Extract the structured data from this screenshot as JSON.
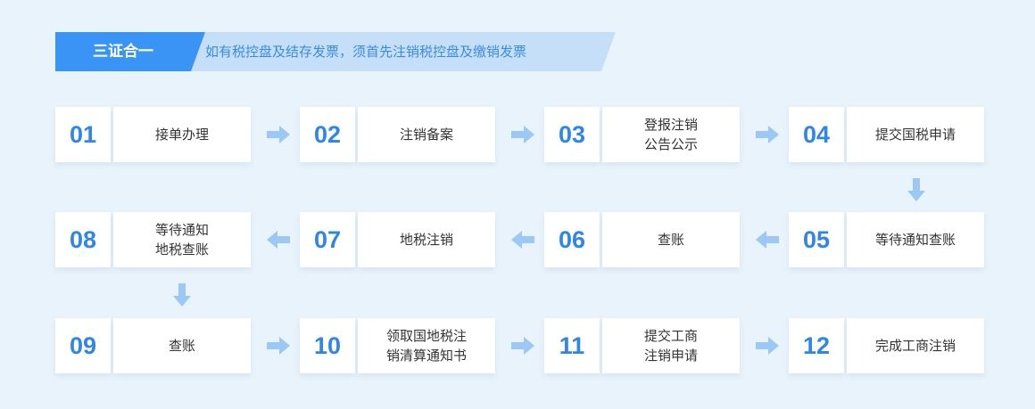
{
  "header": {
    "title": "三证合一",
    "subtitle": "如有税控盘及结存发票，须首先注销税控盘及缴销发票"
  },
  "colors": {
    "background": "#e9f3fb",
    "primary_blue": "#3a94f6",
    "light_blue": "#c6dff8",
    "number_blue": "#2f86ea",
    "arrow_blue": "#9cc8f6"
  },
  "steps": [
    {
      "num": "01",
      "label": "接单办理"
    },
    {
      "num": "02",
      "label": "注销备案"
    },
    {
      "num": "03",
      "label": "登报注销\n公告公示"
    },
    {
      "num": "04",
      "label": "提交国税申请"
    },
    {
      "num": "05",
      "label": "等待通知查账"
    },
    {
      "num": "06",
      "label": "查账"
    },
    {
      "num": "07",
      "label": "地税注销"
    },
    {
      "num": "08",
      "label": "等待通知\n地税查账"
    },
    {
      "num": "09",
      "label": "查账"
    },
    {
      "num": "10",
      "label": "领取国地税注\n销清算通知书"
    },
    {
      "num": "11",
      "label": "提交工商\n注销申请"
    },
    {
      "num": "12",
      "label": "完成工商注销"
    }
  ],
  "arrows": [
    {
      "icon": "arrow-right-icon"
    },
    {
      "icon": "arrow-right-icon"
    },
    {
      "icon": "arrow-right-icon"
    },
    {
      "icon": "arrow-down-icon"
    },
    {
      "icon": "arrow-left-icon"
    },
    {
      "icon": "arrow-left-icon"
    },
    {
      "icon": "arrow-left-icon"
    },
    {
      "icon": "arrow-down-icon"
    },
    {
      "icon": "arrow-right-icon"
    },
    {
      "icon": "arrow-right-icon"
    },
    {
      "icon": "arrow-right-icon"
    }
  ]
}
